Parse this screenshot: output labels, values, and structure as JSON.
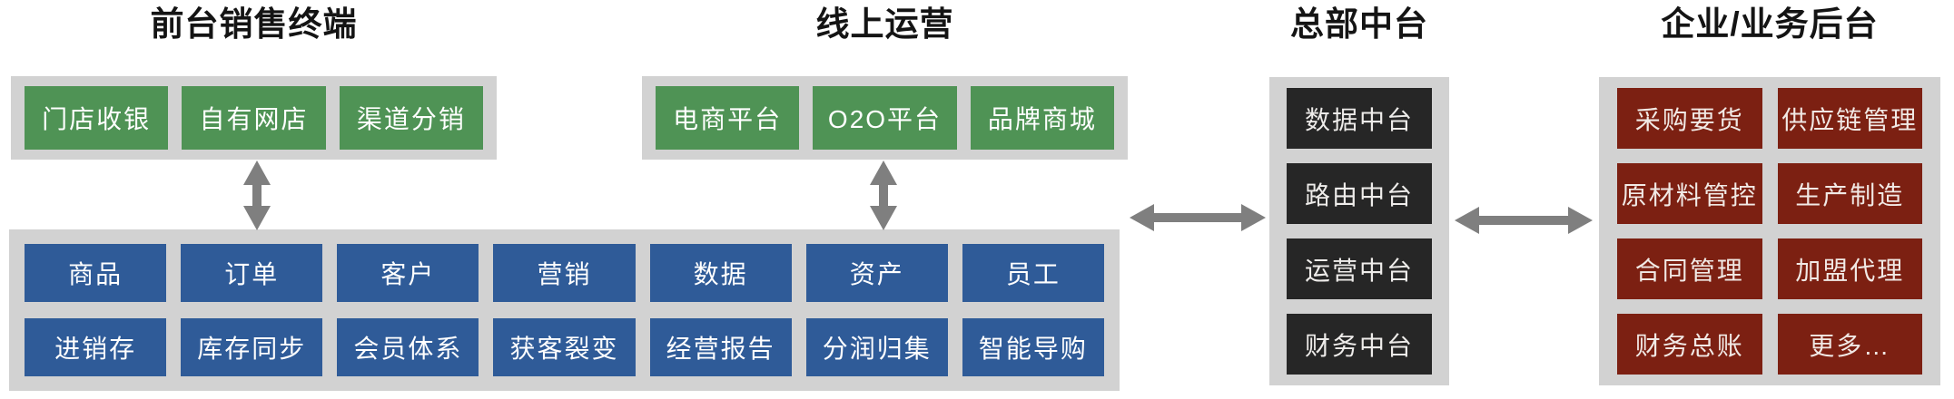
{
  "colors": {
    "box_green": "#4f9355",
    "box_blue": "#2f5b98",
    "box_dark": "#262626",
    "box_red": "#7c2012",
    "panel_gray": "#d2d2d2",
    "arrow_gray": "#7f7f7f",
    "heading_text": "#141414",
    "box_text": "#ffffff"
  },
  "front_terminal": {
    "title": "前台销售终端",
    "boxes": [
      "门店收银",
      "自有网店",
      "渠道分销"
    ]
  },
  "online_ops": {
    "title": "线上运营",
    "boxes": [
      "电商平台",
      "O2O平台",
      "品牌商城"
    ]
  },
  "mid_platform": {
    "title": "总部中台",
    "boxes": [
      "数据中台",
      "路由中台",
      "运营中台",
      "财务中台"
    ]
  },
  "backend": {
    "title": "企业/业务后台",
    "boxes": [
      "采购要货",
      "供应链管理",
      "原材料管控",
      "生产制造",
      "合同管理",
      "加盟代理",
      "财务总账",
      "更多…"
    ]
  },
  "business_core": {
    "row1": [
      "商品",
      "订单",
      "客户",
      "营销",
      "数据",
      "资产",
      "员工"
    ],
    "row2": [
      "进销存",
      "库存同步",
      "会员体系",
      "获客裂变",
      "经营报告",
      "分润归集",
      "智能导购"
    ]
  }
}
